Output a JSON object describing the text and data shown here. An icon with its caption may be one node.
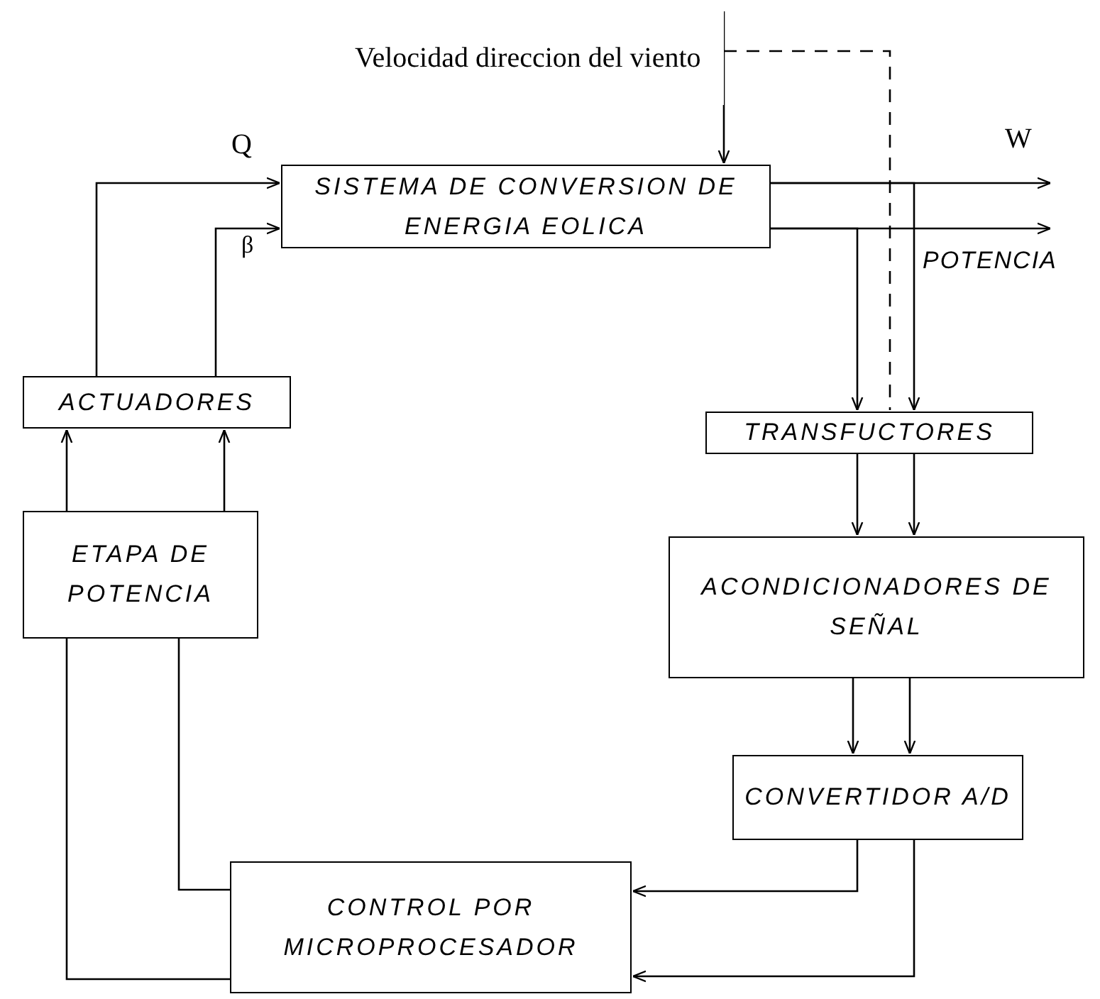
{
  "diagram": {
    "nodes": [
      {
        "text": [
          "Velocidad direccion del viento"
        ]
      },
      {
        "text": [
          "SISTEMA DE CONVERSION DE ENERGIA EOLICA"
        ]
      },
      {
        "text": [
          "ACTUADORES"
        ]
      },
      {
        "text": [
          "ETAPA DE POTENCIA"
        ]
      },
      {
        "text": [
          "CONTROL POR MICROPROCESADOR"
        ]
      },
      {
        "text": [
          "TRANSFUCTORES"
        ]
      },
      {
        "text": [
          "ACONDICIONADORES DE SEÑAL"
        ]
      },
      {
        "text": [
          "CONVERTIDOR A/D"
        ]
      }
    ],
    "edges": [
      {
        "from": 0,
        "to": 1,
        "arrow": "to"
      },
      {
        "from": 0,
        "to": 5,
        "arrow": "none",
        "style": "dashed"
      },
      {
        "from": 2,
        "to": 1,
        "arrow": "to",
        "label": "Q"
      },
      {
        "from": 2,
        "to": 1,
        "arrow": "to",
        "label": "β"
      },
      {
        "from": 3,
        "to": 2,
        "arrow": "to"
      },
      {
        "from": 3,
        "to": 2,
        "arrow": "to"
      },
      {
        "from": 4,
        "to": 3,
        "arrow": "none"
      },
      {
        "from": 4,
        "to": 3,
        "arrow": "none"
      },
      {
        "from": 1,
        "to": null,
        "arrow": "to",
        "label": "W"
      },
      {
        "from": 1,
        "to": null,
        "arrow": "to",
        "label": "POTENCIA"
      },
      {
        "from": 1,
        "to": 5,
        "arrow": "to"
      },
      {
        "from": 1,
        "to": 5,
        "arrow": "to"
      },
      {
        "from": 5,
        "to": 6,
        "arrow": "to"
      },
      {
        "from": 5,
        "to": 6,
        "arrow": "to"
      },
      {
        "from": 6,
        "to": 7,
        "arrow": "to"
      },
      {
        "from": 6,
        "to": 7,
        "arrow": "to"
      },
      {
        "from": 7,
        "to": 4,
        "arrow": "to"
      },
      {
        "from": 7,
        "to": 4,
        "arrow": "to"
      }
    ]
  }
}
